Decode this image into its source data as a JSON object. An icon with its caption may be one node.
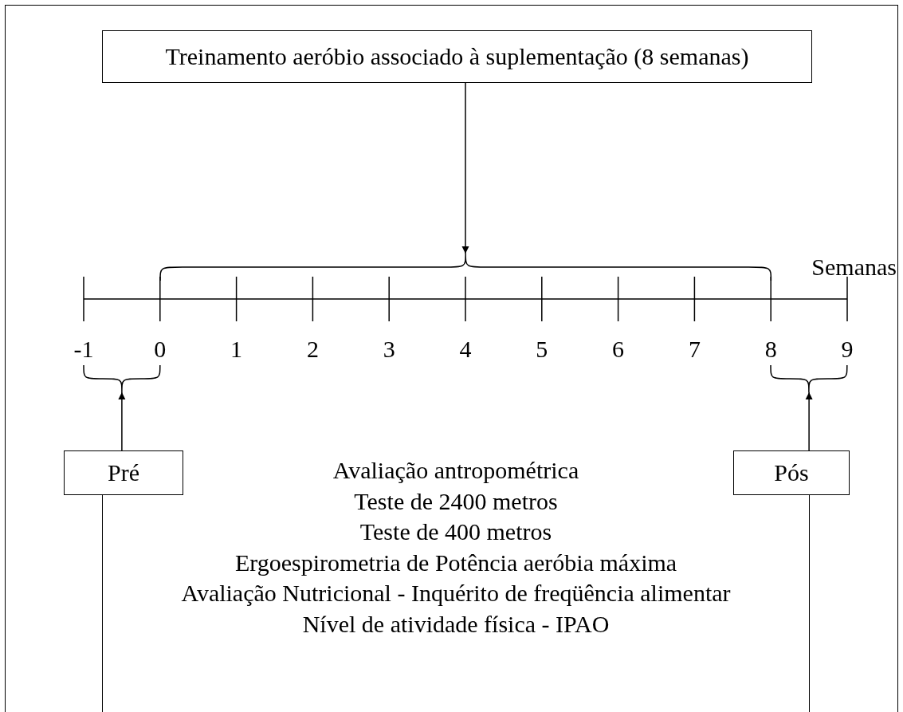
{
  "diagram": {
    "nodes": [
      {
        "text": [
          "Treinamento aeróbio associado à suplementação (8 semanas)"
        ]
      },
      {
        "text": [],
        "shape": "bracket"
      },
      {
        "text": [],
        "shape": "bracket"
      },
      {
        "text": [],
        "shape": "bracket"
      },
      {
        "text": [
          "Pré"
        ]
      },
      {
        "text": [
          "Pós"
        ]
      },
      {
        "text": [
          "Avaliação antropométrica",
          "Teste de 2400 metros",
          "Teste de 400 metros",
          "Ergoespirometria de Potência aeróbia máxima",
          "Avaliação Nutricional - Inquérito de freqüência alimentar",
          "Nível de atividade física - IPAO"
        ]
      }
    ],
    "edges": [
      {
        "from": 0,
        "to": 1,
        "arrow": "to"
      },
      {
        "from": 4,
        "to": 2,
        "arrow": "to"
      },
      {
        "from": 5,
        "to": 3,
        "arrow": "to"
      }
    ],
    "labels": [
      "Semanas",
      "-1",
      "0",
      "1",
      "2",
      "3",
      "4",
      "5",
      "6",
      "7",
      "8",
      "9"
    ]
  }
}
